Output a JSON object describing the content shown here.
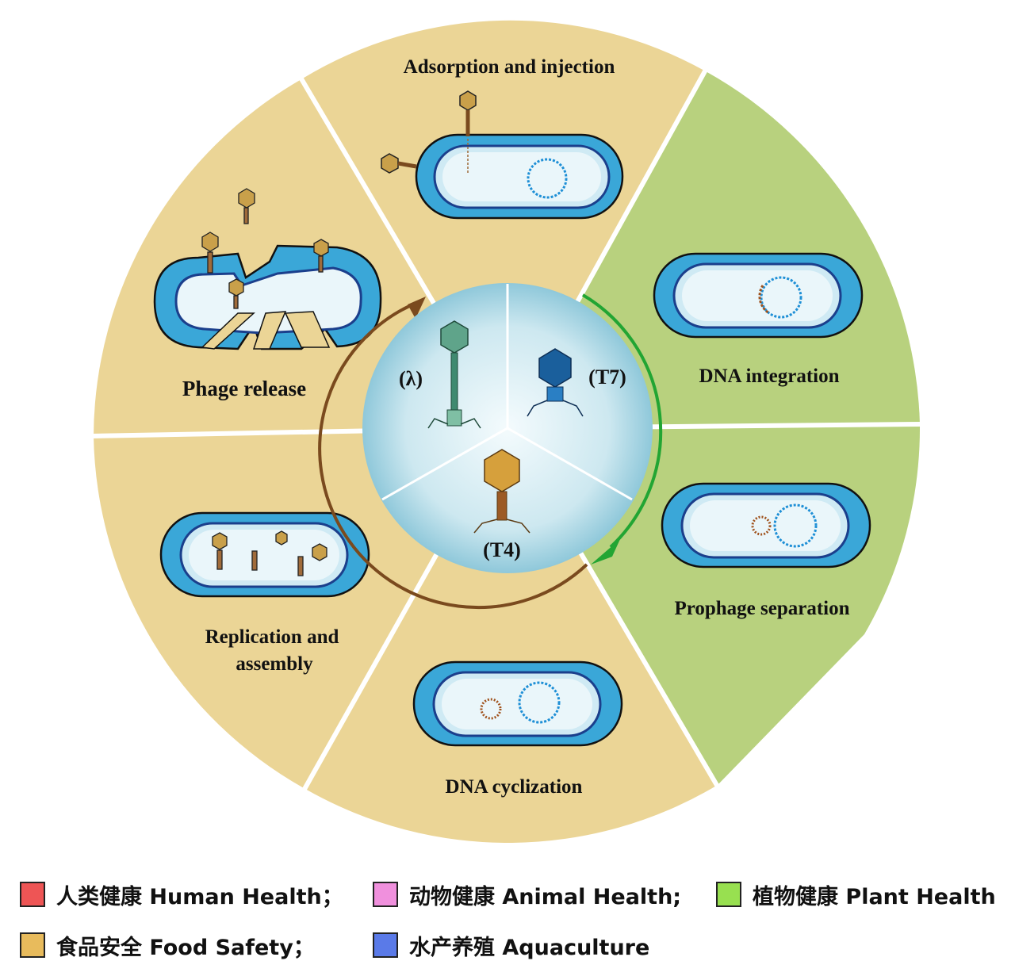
{
  "diagram": {
    "segments": [
      {
        "id": "adsorption",
        "label": "Adsorption and injection"
      },
      {
        "id": "integration",
        "label": "DNA integration"
      },
      {
        "id": "separation",
        "label": "Prophage separation"
      },
      {
        "id": "cyclization",
        "label": "DNA cyclization"
      },
      {
        "id": "replication",
        "label_line1": "Replication and",
        "label_line2": "assembly"
      },
      {
        "id": "release",
        "label": "Phage release"
      }
    ],
    "phages": {
      "lambda": "(λ)",
      "t7": "(T7)",
      "t4": "(T4)"
    },
    "colors": {
      "lytic_segment": "#ebd596",
      "lysogenic_segment": "#b8d17e",
      "lytic_arrow": "#7a4a1e",
      "lysogenic_arrow": "#22a533",
      "cell_wall": "#4fb3dd",
      "cell_inner": "#e6f5fa"
    }
  },
  "legend": {
    "row1": [
      {
        "label": "人类健康 Human Health；",
        "color": "#ee5555"
      },
      {
        "label": "动物健康 Animal Health;",
        "color": "#f090dd"
      },
      {
        "label": "植物健康 Plant Health",
        "color": "#98e050"
      }
    ],
    "row2": [
      {
        "label": "食品安全 Food Safety；",
        "color": "#e8bb5c"
      },
      {
        "label": "水产养殖 Aquaculture",
        "color": "#5a7ae8"
      }
    ]
  }
}
